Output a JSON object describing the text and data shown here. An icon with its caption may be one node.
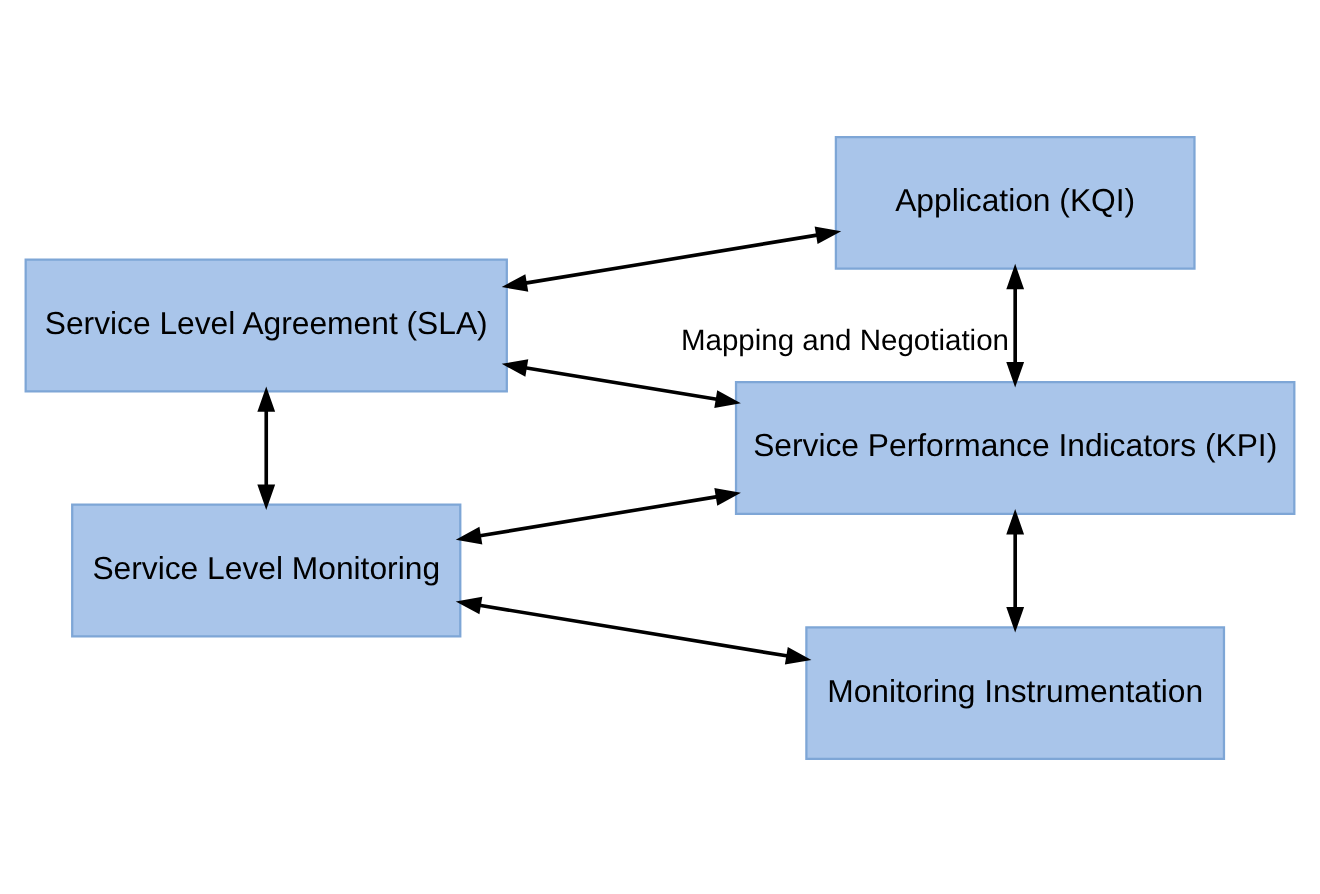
{
  "diagram": {
    "nodes": [
      {
        "text": [
          "Application (KQI)"
        ]
      },
      {
        "text": [
          "Service Level Agreement (SLA)"
        ]
      },
      {
        "text": [
          "Service Performance Indicators (KPI)"
        ]
      },
      {
        "text": [
          "Service Level Monitoring"
        ]
      },
      {
        "text": [
          "Monitoring Instrumentation"
        ]
      }
    ],
    "edges": [
      {
        "from": 1,
        "to": 0,
        "arrow": "both"
      },
      {
        "from": 1,
        "to": 2,
        "arrow": "both"
      },
      {
        "from": 1,
        "to": 3,
        "arrow": "both"
      },
      {
        "from": 0,
        "to": 2,
        "arrow": "both",
        "label": "Mapping and Negotiation"
      },
      {
        "from": 3,
        "to": 2,
        "arrow": "both"
      },
      {
        "from": 3,
        "to": 4,
        "arrow": "both"
      },
      {
        "from": 2,
        "to": 4,
        "arrow": "both"
      }
    ]
  }
}
